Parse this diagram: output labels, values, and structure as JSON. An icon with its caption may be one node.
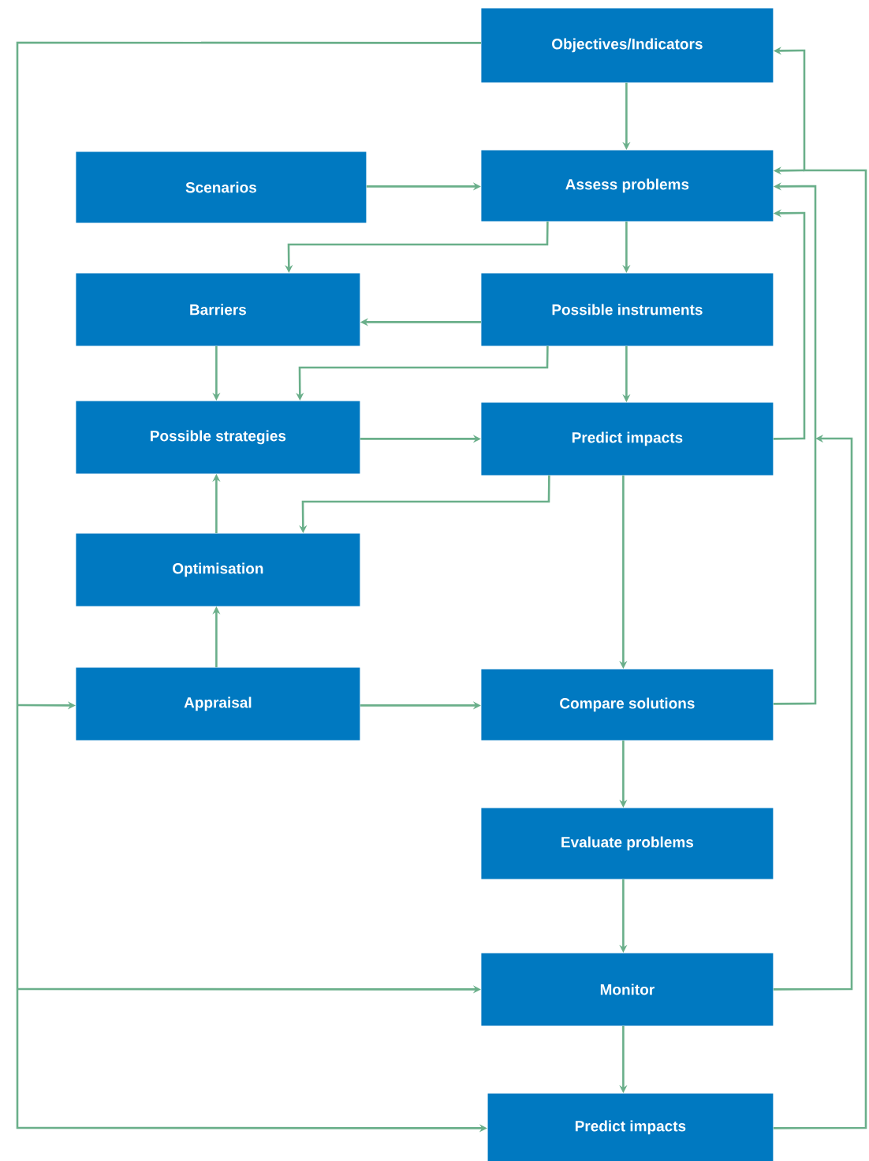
{
  "diagram": {
    "nodes": [
      {
        "text": [
          "Objectives/Indicators"
        ]
      },
      {
        "text": [
          "Scenarios"
        ]
      },
      {
        "text": [
          "Assess problems"
        ]
      },
      {
        "text": [
          "Barriers"
        ]
      },
      {
        "text": [
          "Possible instruments"
        ]
      },
      {
        "text": [
          "Possible strategies"
        ]
      },
      {
        "text": [
          "Predict impacts"
        ]
      },
      {
        "text": [
          "Optimisation"
        ]
      },
      {
        "text": [
          "Appraisal"
        ]
      },
      {
        "text": [
          "Compare solutions"
        ]
      },
      {
        "text": [
          "Evaluate problems"
        ]
      },
      {
        "text": [
          "Monitor"
        ]
      },
      {
        "text": [
          "Predict impacts"
        ]
      }
    ],
    "edges": [
      {
        "from": 0,
        "to": 2,
        "arrow": "to"
      },
      {
        "from": 1,
        "to": 2,
        "arrow": "to"
      },
      {
        "from": 2,
        "to": 3,
        "arrow": "to"
      },
      {
        "from": 2,
        "to": 4,
        "arrow": "to"
      },
      {
        "from": 4,
        "to": 3,
        "arrow": "to"
      },
      {
        "from": 3,
        "to": 5,
        "arrow": "to"
      },
      {
        "from": 4,
        "to": 5,
        "arrow": "to"
      },
      {
        "from": 4,
        "to": 6,
        "arrow": "to"
      },
      {
        "from": 5,
        "to": 6,
        "arrow": "to"
      },
      {
        "from": 7,
        "to": 5,
        "arrow": "to"
      },
      {
        "from": 6,
        "to": 7,
        "arrow": "to"
      },
      {
        "from": 8,
        "to": 7,
        "arrow": "to"
      },
      {
        "from": 6,
        "to": 9,
        "arrow": "to"
      },
      {
        "from": 8,
        "to": 9,
        "arrow": "to"
      },
      {
        "from": 9,
        "to": 10,
        "arrow": "to"
      },
      {
        "from": 10,
        "to": 11,
        "arrow": "to"
      },
      {
        "from": 11,
        "to": 12,
        "arrow": "to"
      },
      {
        "from": 0,
        "to": 8,
        "arrow": "to"
      },
      {
        "from": 0,
        "to": 11,
        "arrow": "to"
      },
      {
        "from": 0,
        "to": 12,
        "arrow": "to"
      },
      {
        "from": 12,
        "to": 2,
        "arrow": "to"
      },
      {
        "from": 12,
        "to": 0,
        "arrow": "to"
      },
      {
        "from": 6,
        "to": 2,
        "arrow": "to"
      },
      {
        "from": 9,
        "to": 2,
        "arrow": "to"
      },
      {
        "from": 11,
        "to": 2,
        "arrow": "to"
      }
    ]
  }
}
